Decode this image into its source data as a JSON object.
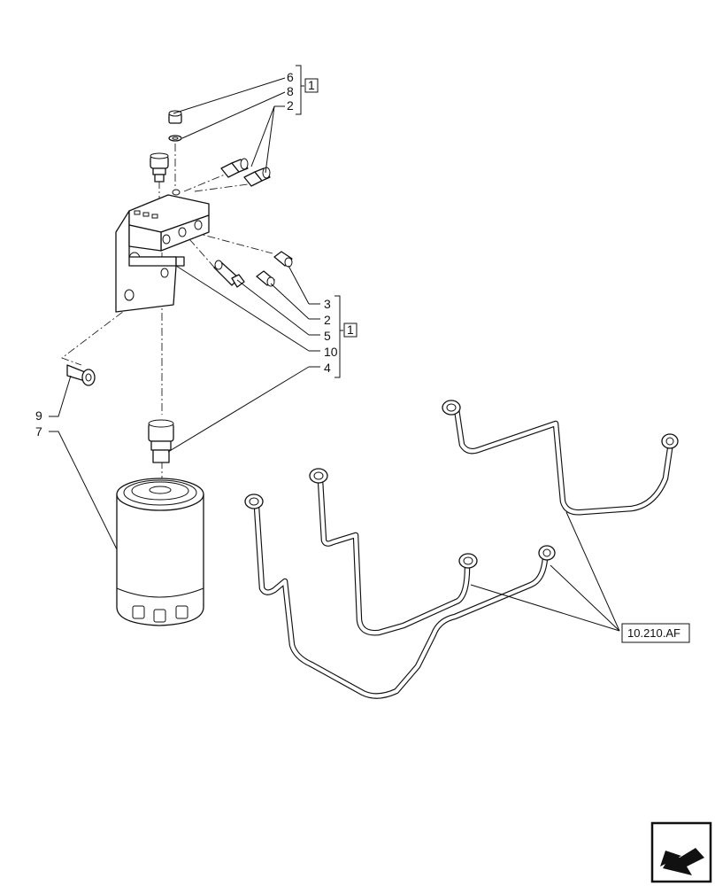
{
  "callouts": {
    "c6": "6",
    "c8": "8",
    "c2_top": "2",
    "box_top": "1",
    "c3": "3",
    "c2_mid": "2",
    "c5": "5",
    "c10": "10",
    "c4": "4",
    "box_mid": "1",
    "c9": "9",
    "c7": "7"
  },
  "reference": {
    "label": "10.210.AF"
  },
  "icons": {
    "nav": "arrow-icon"
  }
}
